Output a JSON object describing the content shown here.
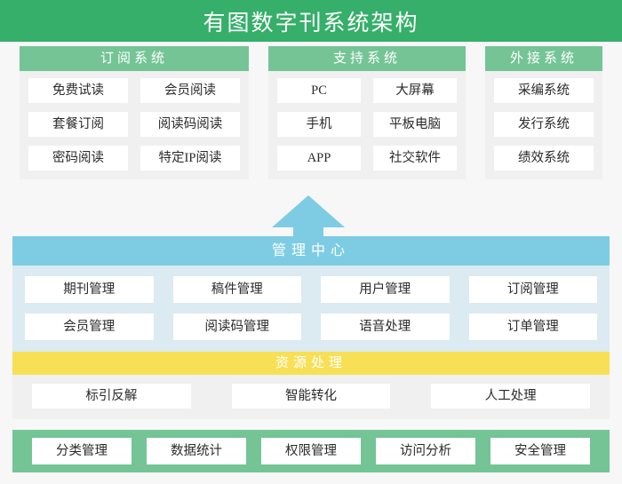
{
  "header": {
    "title": "有图数字刊系统架构",
    "bg_color": "#35af69",
    "text_color": "#ffffff"
  },
  "colors": {
    "page_bg": "#f7f7f7",
    "green_header": "#74c496",
    "green_title": "#35af69",
    "blue_header": "#7ecce4",
    "blue_body": "#dceaf1",
    "yellow_header": "#f7e055",
    "panel_body": "#f0f0f0",
    "chip_bg": "#ffffff",
    "chip_text": "#2b2b2b"
  },
  "top_systems": [
    {
      "name": "subscription-system",
      "title": "订阅系统",
      "columns": 2,
      "items": [
        "免费试读",
        "会员阅读",
        "套餐订阅",
        "阅读码阅读",
        "密码阅读",
        "特定IP阅读"
      ]
    },
    {
      "name": "support-system",
      "title": "支持系统",
      "columns": 2,
      "items": [
        "PC",
        "大屏幕",
        "手机",
        "平板电脑",
        "APP",
        "社交软件"
      ]
    },
    {
      "name": "external-system",
      "title": "外接系统",
      "columns": 1,
      "items": [
        "采编系统",
        "发行系统",
        "绩效系统"
      ]
    }
  ],
  "arrow": {
    "name": "up-arrow",
    "direction": "up",
    "color": "#7ecce4"
  },
  "management_center": {
    "title": "管理中心",
    "columns": 4,
    "items": [
      "期刊管理",
      "稿件管理",
      "用户管理",
      "订阅管理",
      "会员管理",
      "阅读码管理",
      "语音处理",
      "订单管理"
    ]
  },
  "resource_processing": {
    "title": "资源处理",
    "columns": 3,
    "items": [
      "标引反解",
      "智能转化",
      "人工处理"
    ]
  },
  "bottom_bar": {
    "items": [
      "分类管理",
      "数据统计",
      "权限管理",
      "访问分析",
      "安全管理"
    ]
  }
}
